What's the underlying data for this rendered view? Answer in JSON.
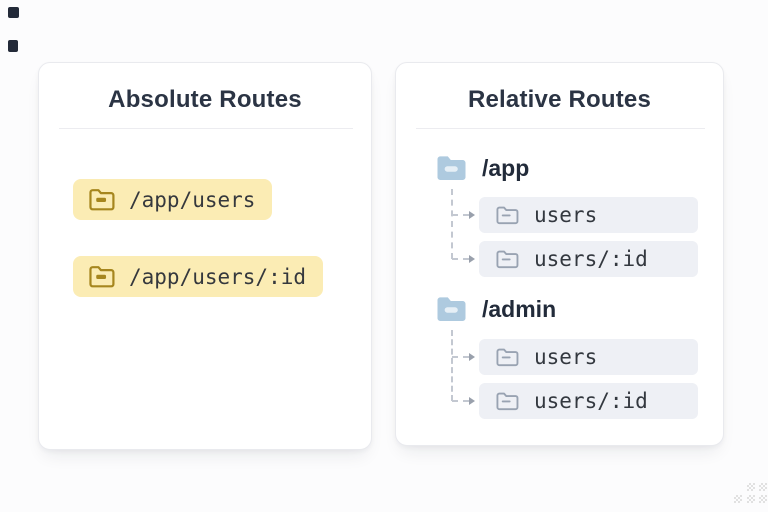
{
  "canvas": {
    "background": "#fcfcfd"
  },
  "absolute_card": {
    "title": "Absolute Routes",
    "badge_background": "#fbecb4",
    "folder_icon_color": "#a6861e",
    "routes": [
      {
        "path": "/app/users",
        "icon": "folder-icon"
      },
      {
        "path": "/app/users/:id",
        "icon": "folder-icon"
      }
    ]
  },
  "relative_card": {
    "title": "Relative Routes",
    "row_background": "#eef0f5",
    "parent_folder_fill": "#aecadf",
    "child_folder_color": "#99a3b2",
    "connector_color": "#c3c8d1",
    "groups": [
      {
        "label": "/app",
        "icon": "folder-icon",
        "children": [
          {
            "path": "users",
            "icon": "folder-icon"
          },
          {
            "path": "users/:id",
            "icon": "folder-icon"
          }
        ]
      },
      {
        "label": "/admin",
        "icon": "folder-icon",
        "children": [
          {
            "path": "users",
            "icon": "folder-icon"
          },
          {
            "path": "users/:id",
            "icon": "folder-icon"
          }
        ]
      }
    ]
  },
  "decorations": {
    "top_left_squares": {
      "count": 2,
      "color": "#232a39"
    },
    "bottom_right_checker_marks": {
      "count": 5,
      "color": "#bfbfbf"
    }
  }
}
